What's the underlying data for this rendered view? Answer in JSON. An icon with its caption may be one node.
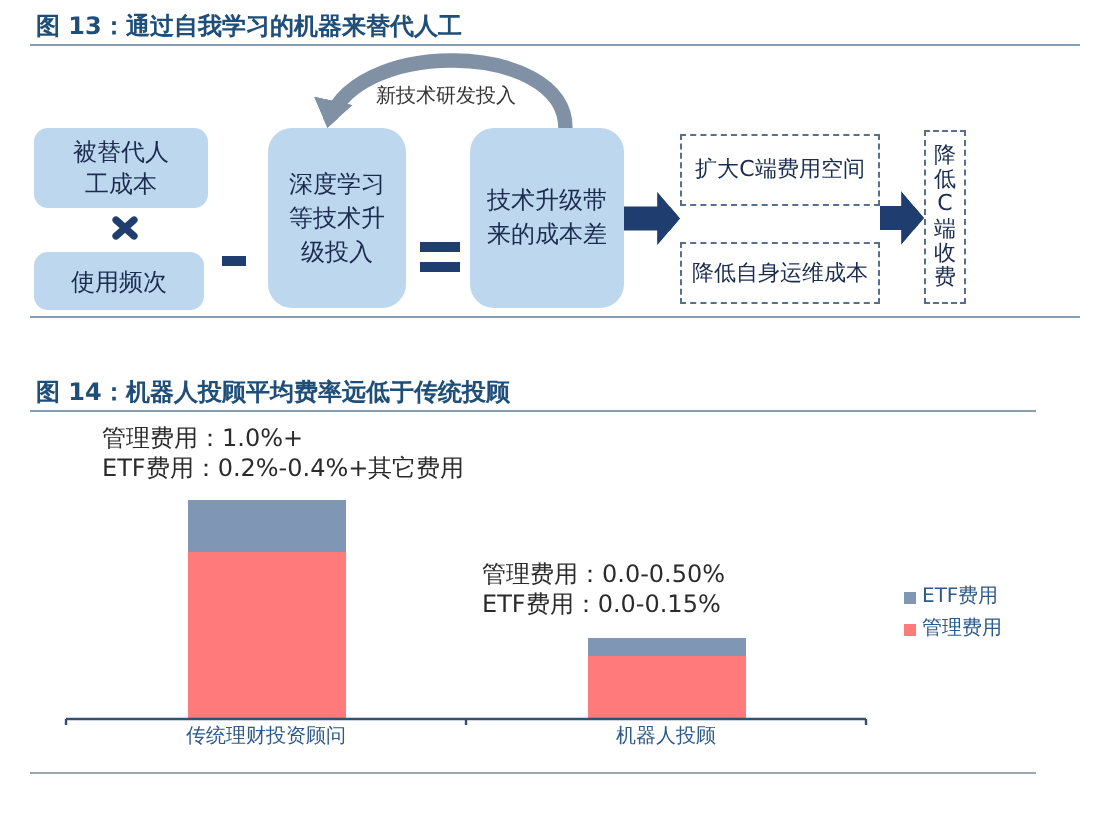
{
  "diagram": {
    "title": "图 13：通过自我学习的机器来替代人工",
    "nodes": [
      {
        "text": [
          "被替代人工成本"
        ]
      },
      {
        "text": [
          "使用频次"
        ]
      },
      {
        "text": [
          "深度学习等技术升级投入"
        ]
      },
      {
        "text": [
          "技术升级带来的成本差"
        ]
      },
      {
        "text": [
          "扩大C端费用空间"
        ]
      },
      {
        "text": [
          "降低自身运维成本"
        ]
      },
      {
        "text": [
          "降低C端收费"
        ]
      }
    ],
    "edges": [
      {
        "from": 3,
        "to": 2,
        "arrow": "to",
        "label": "新技术研发投入",
        "color": "#8090a5"
      },
      {
        "from": 3,
        "to": 4,
        "arrow": "to"
      },
      {
        "from": 3,
        "to": 5,
        "arrow": "to"
      },
      {
        "from": 4,
        "to": 6,
        "arrow": "to"
      },
      {
        "from": 5,
        "to": 6,
        "arrow": "to"
      }
    ],
    "labels": [
      "图 14：机器人投顾平均费率远低于传统投顾",
      "管理费用：1.0%+",
      "ETF费用：0.2%-0.4%+其它费用",
      "管理费用：0.0-0.50%",
      "ETF费用：0.0-0.15%",
      "传统理财投资顾问",
      "机器人投顾"
    ],
    "legend": [
      {
        "text": "ETF费用",
        "color": "#7f96b4"
      },
      {
        "text": "管理费用",
        "color": "#ff7b7b"
      }
    ]
  }
}
